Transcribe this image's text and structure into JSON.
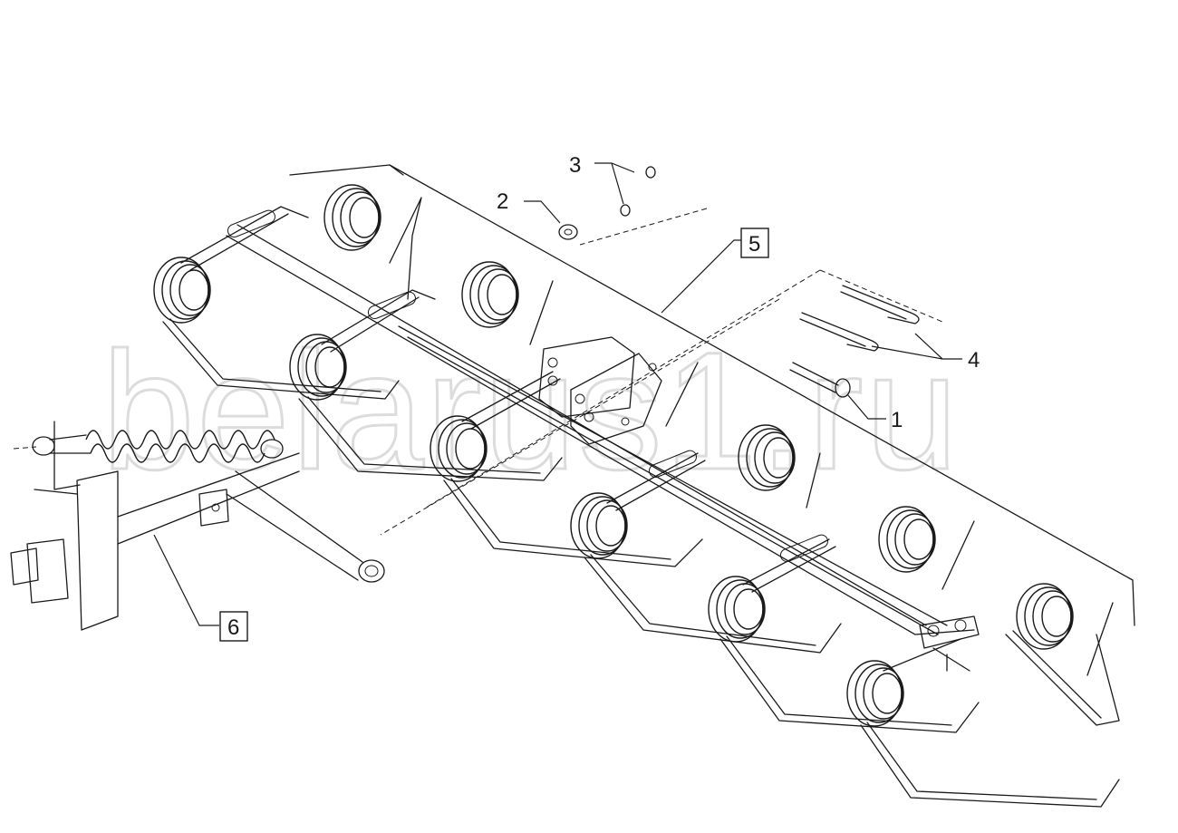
{
  "watermark": "belarus1.ru",
  "callouts": {
    "c1": "1",
    "c2": "2",
    "c3": "3",
    "c4": "4",
    "c5": "5",
    "c6": "6"
  }
}
